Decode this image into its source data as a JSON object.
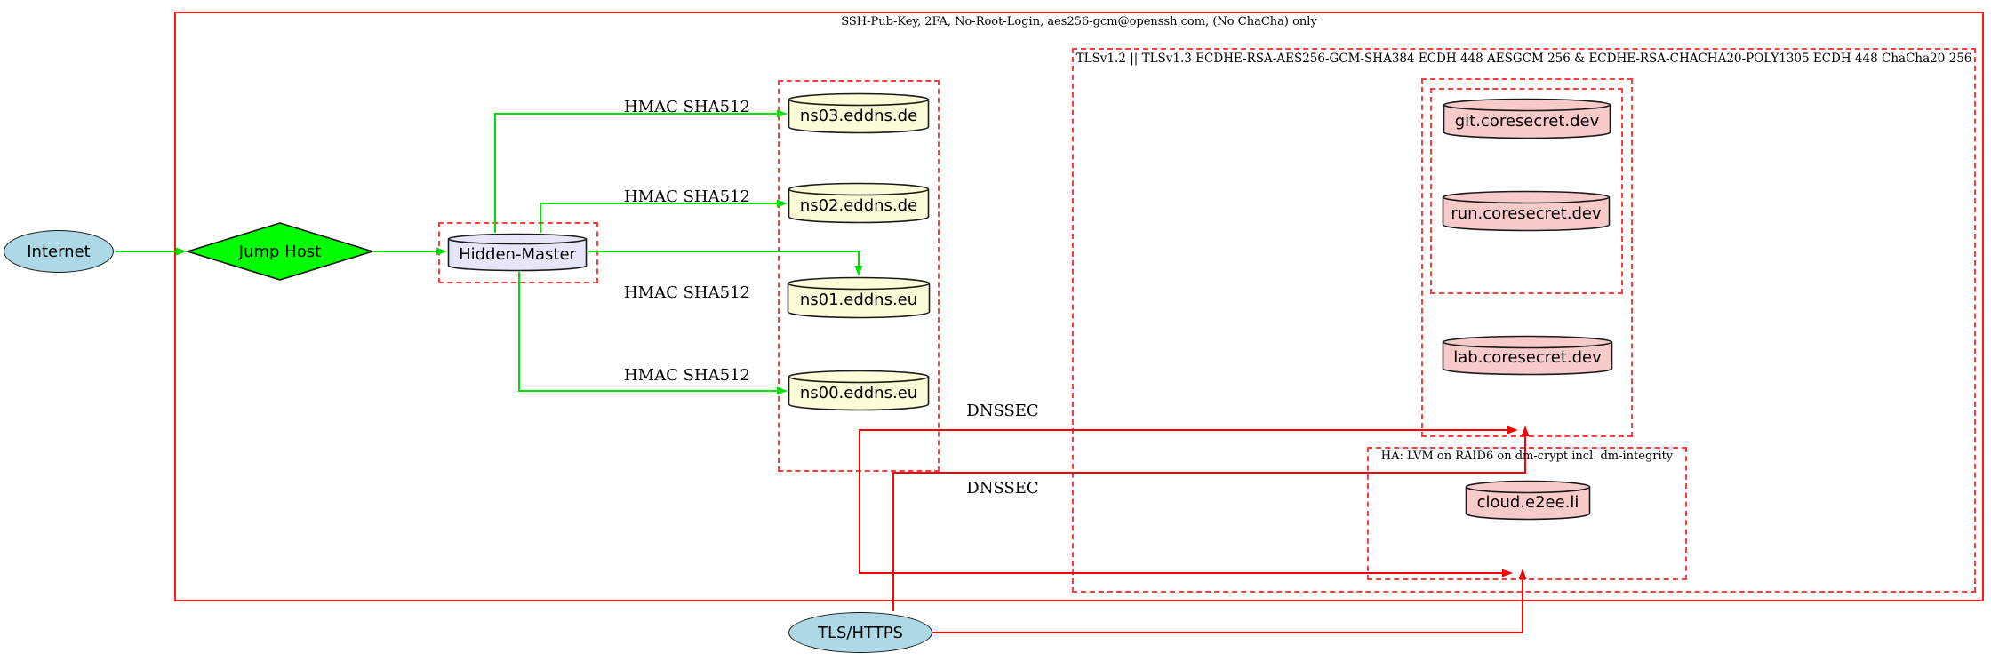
{
  "diagram": {
    "cluster_labels": {
      "ssh": "SSH-Pub-Key, 2FA, No-Root-Login, aes256-gcm@openssh.com, (No ChaCha) only",
      "tls": "TLSv1.2 || TLSv1.3 ECDHE-RSA-AES256-GCM-SHA384 ECDH 448 AESGCM 256 & ECDHE-RSA-CHACHA20-POLY1305 ECDH 448 ChaCha20 256",
      "ha": "HA: LVM on RAID6 on dm-crypt incl. dm-integrity"
    },
    "nodes": {
      "internet": "Internet",
      "jump_host": "Jump Host",
      "hidden_master": "Hidden-Master",
      "ns03": "ns03.eddns.de",
      "ns02": "ns02.eddns.de",
      "ns01": "ns01.eddns.eu",
      "ns00": "ns00.eddns.eu",
      "git": "git.coresecret.dev",
      "run": "run.coresecret.dev",
      "lab": "lab.coresecret.dev",
      "cloud": "cloud.e2ee.li",
      "tls_https": "TLS/HTTPS"
    },
    "edge_labels": {
      "hmac": "HMAC SHA512",
      "dnssec": "DNSSEC"
    },
    "colors": {
      "solid_red": "#ff1a1a",
      "dashed_red": "#ff3d3d",
      "edge_red": "#ff0000",
      "edge_green": "#00dd00",
      "diamond_green": "#00ff00",
      "lightblue": "#add8e6",
      "lavender": "#e6e6fa",
      "lightyellow": "#fcfcd9",
      "pink": "#f9caca",
      "outline": "#1a1a1a"
    }
  }
}
